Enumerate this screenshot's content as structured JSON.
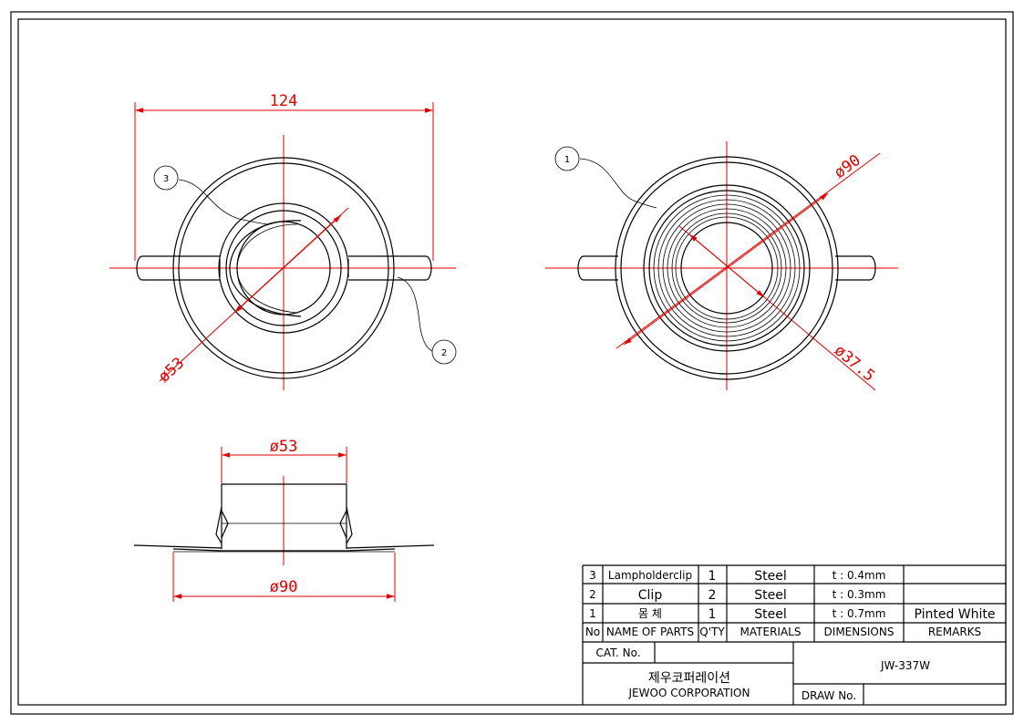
{
  "dimensions": {
    "top_width": "124",
    "front_inner_dia": "ø53",
    "back_outer_dia": "ø90",
    "back_inner_dia": "ø37.5",
    "side_top_dia": "ø53",
    "side_bottom_dia": "ø90"
  },
  "balloons": {
    "b1": "1",
    "b2": "2",
    "b3": "3"
  },
  "parts": [
    {
      "no": "3",
      "name": "Lampholderclip",
      "qty": "1",
      "material": "Steel",
      "dimension": "t : 0.4mm",
      "remarks": ""
    },
    {
      "no": "2",
      "name": "Clip",
      "qty": "2",
      "material": "Steel",
      "dimension": "t : 0.3mm",
      "remarks": ""
    },
    {
      "no": "1",
      "name": "몸  체",
      "qty": "1",
      "material": "Steel",
      "dimension": "t : 0.7mm",
      "remarks": "Pinted White"
    }
  ],
  "header": {
    "no": "No",
    "name": "NAME OF PARTS",
    "qty": "Q'TY",
    "materials": "MATERIALS",
    "dimensions": "DIMENSIONS",
    "remarks": "REMARKS"
  },
  "titleblock": {
    "cat_label": "CAT. No.",
    "company_kr": "제우코퍼레이션",
    "company_en": "JEWOO CORPORATION",
    "drawing_no": "JW-337W",
    "draw_label": "DRAW No."
  }
}
